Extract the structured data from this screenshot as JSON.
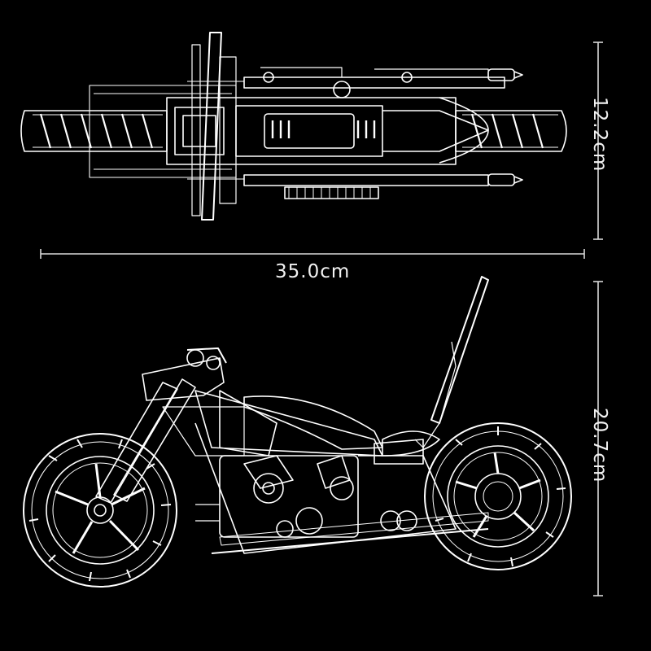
{
  "dimensions": {
    "length": "35.0cm",
    "top_view_width": "12.2cm",
    "side_view_height": "20.7cm"
  },
  "views": [
    "top-view",
    "side-view"
  ],
  "colors": {
    "background": "#000000",
    "line": "#ffffff",
    "text": "#f2f2f2"
  }
}
